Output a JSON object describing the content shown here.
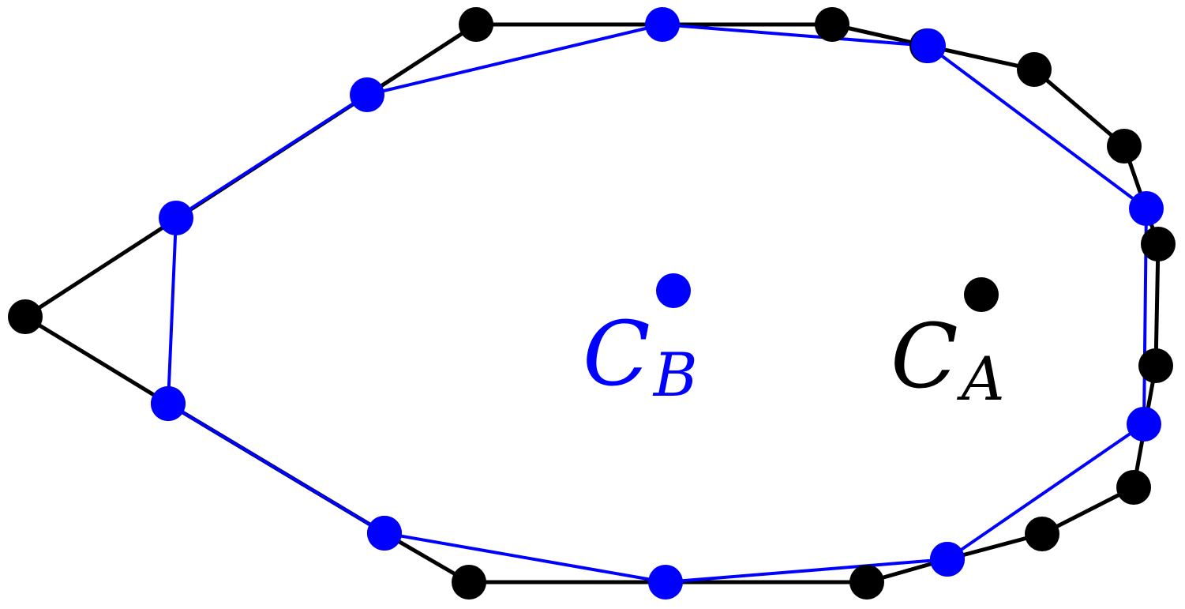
{
  "diagram": {
    "polygon_a": {
      "color": "#000000",
      "label_main": "C",
      "label_sub": "A",
      "closed_path_edges": [
        [
          0,
          1
        ],
        [
          1,
          2
        ],
        [
          2,
          3
        ],
        [
          3,
          4
        ],
        [
          4,
          5
        ],
        [
          5,
          6
        ],
        [
          6,
          7
        ],
        [
          7,
          8
        ],
        [
          8,
          9
        ],
        [
          9,
          10
        ],
        [
          10,
          11
        ],
        [
          11,
          12
        ],
        [
          12,
          13
        ],
        [
          13,
          14
        ],
        [
          14,
          0
        ]
      ]
    },
    "polygon_b": {
      "color": "#0000ff",
      "label_main": "C",
      "label_sub": "B",
      "closed_path_edges": [
        [
          0,
          1
        ],
        [
          1,
          2
        ],
        [
          2,
          3
        ],
        [
          3,
          4
        ],
        [
          4,
          5
        ],
        [
          5,
          6
        ],
        [
          6,
          7
        ],
        [
          7,
          8
        ],
        [
          8,
          9
        ],
        [
          9,
          0
        ]
      ]
    }
  }
}
